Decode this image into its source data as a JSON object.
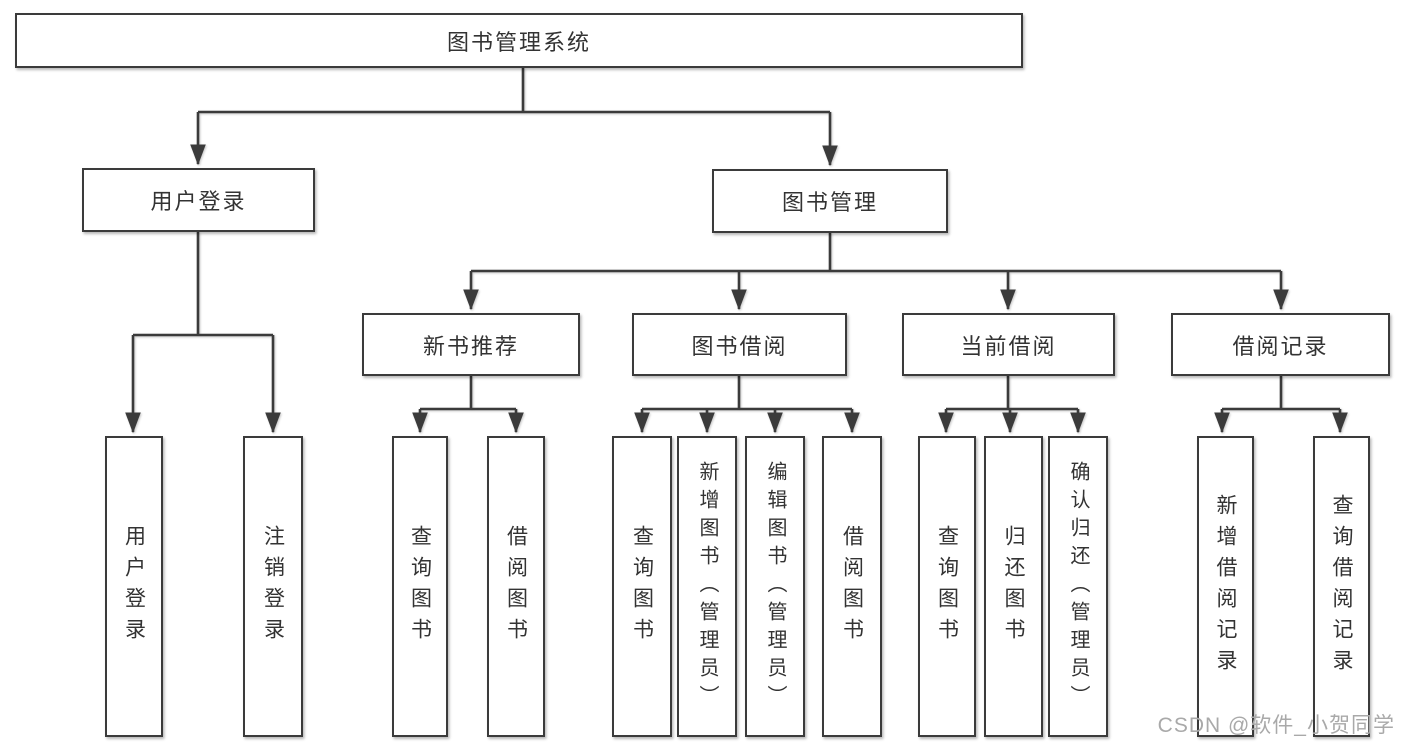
{
  "tree": {
    "label": "图书管理系统",
    "children": [
      {
        "label": "用户登录",
        "children": [
          {
            "label": "用户登录"
          },
          {
            "label": "注销登录"
          }
        ]
      },
      {
        "label": "图书管理",
        "children": [
          {
            "label": "新书推荐",
            "children": [
              {
                "label": "查询图书"
              },
              {
                "label": "借阅图书"
              }
            ]
          },
          {
            "label": "图书借阅",
            "children": [
              {
                "label": "查询图书"
              },
              {
                "label": "新增图书（管理员）"
              },
              {
                "label": "编辑图书（管理员）"
              },
              {
                "label": "借阅图书"
              }
            ]
          },
          {
            "label": "当前借阅",
            "children": [
              {
                "label": "查询图书"
              },
              {
                "label": "归还图书"
              },
              {
                "label": "确认归还（管理员）"
              }
            ]
          },
          {
            "label": "借阅记录",
            "children": [
              {
                "label": "新增借阅记录"
              },
              {
                "label": "查询借阅记录"
              }
            ]
          }
        ]
      }
    ]
  },
  "watermark": "CSDN @软件_小贺同学",
  "colors": {
    "line": "#3b3b3b",
    "box_border": "#3b3b3b",
    "box_fill": "#ffffff",
    "text": "#333333",
    "watermark": "#a9a9a9",
    "background": "#ffffff"
  }
}
